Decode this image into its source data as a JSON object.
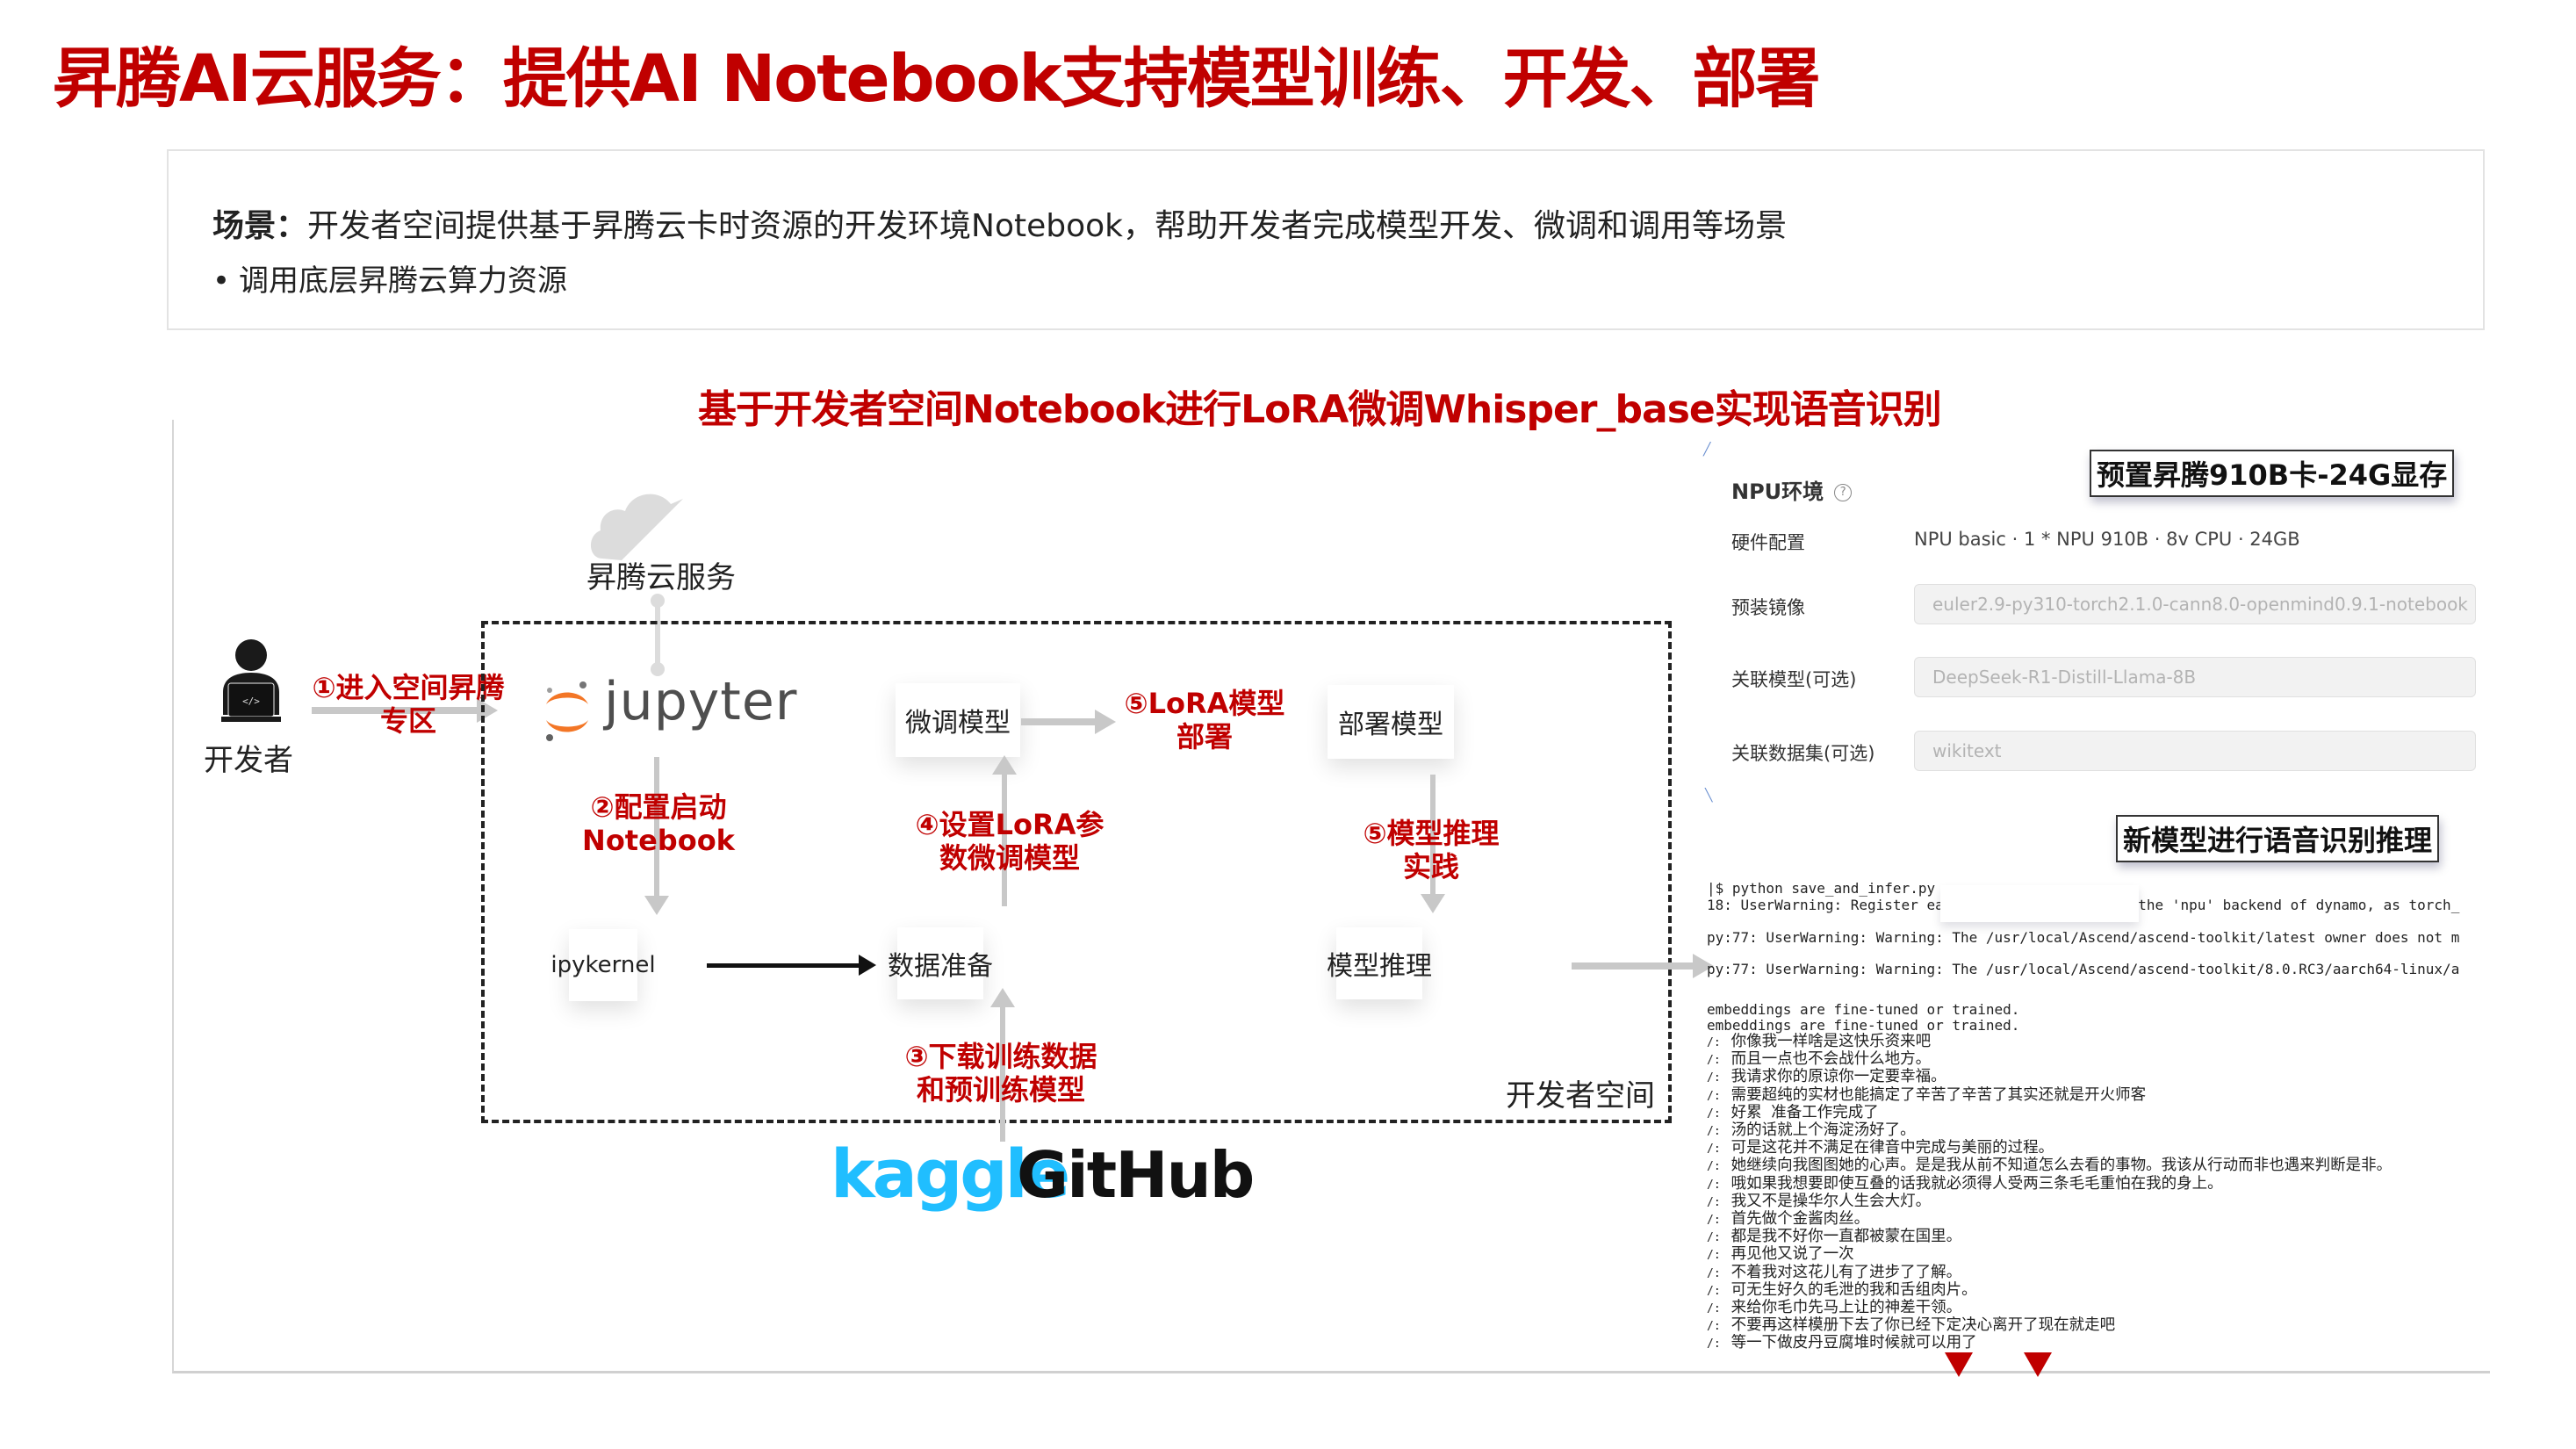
{
  "slide": {
    "title": "昇腾AI云服务：提供AI Notebook支持模型训练、开发、部署",
    "accent_color": "#c00000"
  },
  "scenario": {
    "label": "场景：",
    "text": "开发者空间提供基于昇腾云卡时资源的开发环境Notebook，帮助开发者完成模型开发、微调和调用等场景",
    "bullet": "•",
    "bullet_text": "调用底层昇腾云算力资源"
  },
  "subtitle": "基于开发者空间Notebook进行LoRA微调Whisper_base实现语音识别",
  "diagram": {
    "developer_label": "开发者",
    "developer_icon": "developer-laptop-icon",
    "cloud_label": "昇腾云服务",
    "cloud_icon": "cloud-icon",
    "jupyter_label": "jupyter",
    "dev_space_label": "开发者空间",
    "nodes": {
      "finetune": "微调模型",
      "deploy": "部署模型",
      "ipykernel": "ipykernel",
      "data_prep": "数据准备",
      "inference": "模型推理"
    },
    "steps": {
      "step1_line1": "①进入空间昇腾",
      "step1_line2": "专区",
      "step2_line1": "②配置启动",
      "step2_line2": "Notebook",
      "step3_line1": "③下载训练数据",
      "step3_line2": "和预训练模型",
      "step4_line1": "④设置LoRA参",
      "step4_line2": "数微调模型",
      "step5a_line1": "⑤LoRA模型",
      "step5a_line2": "部署",
      "step5b_line1": "⑤模型推理",
      "step5b_line2": "实践"
    },
    "sources": {
      "kaggle": "kaggle",
      "github": "GitHub"
    }
  },
  "npu_panel": {
    "badge": "预置昇腾910B卡-24G显存",
    "section_title": "NPU环境",
    "help_icon": "?",
    "rows": [
      {
        "label": "硬件配置",
        "value": "NPU basic · 1 * NPU 910B · 8v CPU · 24GB"
      },
      {
        "label": "预装镜像",
        "value": "euler2.9-py310-torch2.1.0-cann8.0-openmind0.9.1-notebook"
      },
      {
        "label": "关联模型(可选)",
        "value": "DeepSeek-R1-Distill-Llama-8B"
      },
      {
        "label": "关联数据集(可选)",
        "value": "wikitext"
      }
    ]
  },
  "inference_panel": {
    "badge": "新模型进行语音识别推理",
    "command": "|$ python save_and_infer.py",
    "warnings": [
      "18: UserWarning: Register eager implementation for the 'npu' backend of dynamo, as torch_",
      "py:77: UserWarning: Warning: The /usr/local/Ascend/ascend-toolkit/latest owner does not m",
      "py:77: UserWarning: Warning: The /usr/local/Ascend/ascend-toolkit/8.0.RC3/aarch64-linux/a"
    ],
    "embedding_lines": [
      " embeddings are fine-tuned or trained.",
      " embeddings are fine-tuned or trained."
    ],
    "prefix": "/:",
    "outputs": [
      "你像我一样啥是这快乐资来吧",
      "而且一点也不会战什么地方。",
      "我请求你的原谅你一定要幸福。",
      "需要超纯的实材也能搞定了辛苦了辛苦了其实还就是开火师客",
      "好累 准备工作完成了",
      "汤的话就上个海淀汤好了。",
      "可是这花并不满足在律音中完成与美丽的过程。",
      "她继续向我图图她的心声。是是我从前不知道怎么去看的事物。我该从行动而非也遇来判断是非。",
      "哦如果我想要即使互叠的话我就必须得人受两三条毛毛重怕在我的身上。",
      "我又不是操华尔人生会大灯。",
      "首先做个金酱肉丝。",
      "都是我不好你一直都被蒙在国里。",
      "再见他又说了一次",
      "不着我对这花儿有了进步了了解。",
      "可无生好久的毛泄的我和舌组肉片。",
      "来给你毛巾先马上让的神差干领。",
      "不要再这样模册下去了你已经下定决心离开了现在就走吧",
      "等一下做皮丹豆腐堆时候就可以用了"
    ]
  }
}
